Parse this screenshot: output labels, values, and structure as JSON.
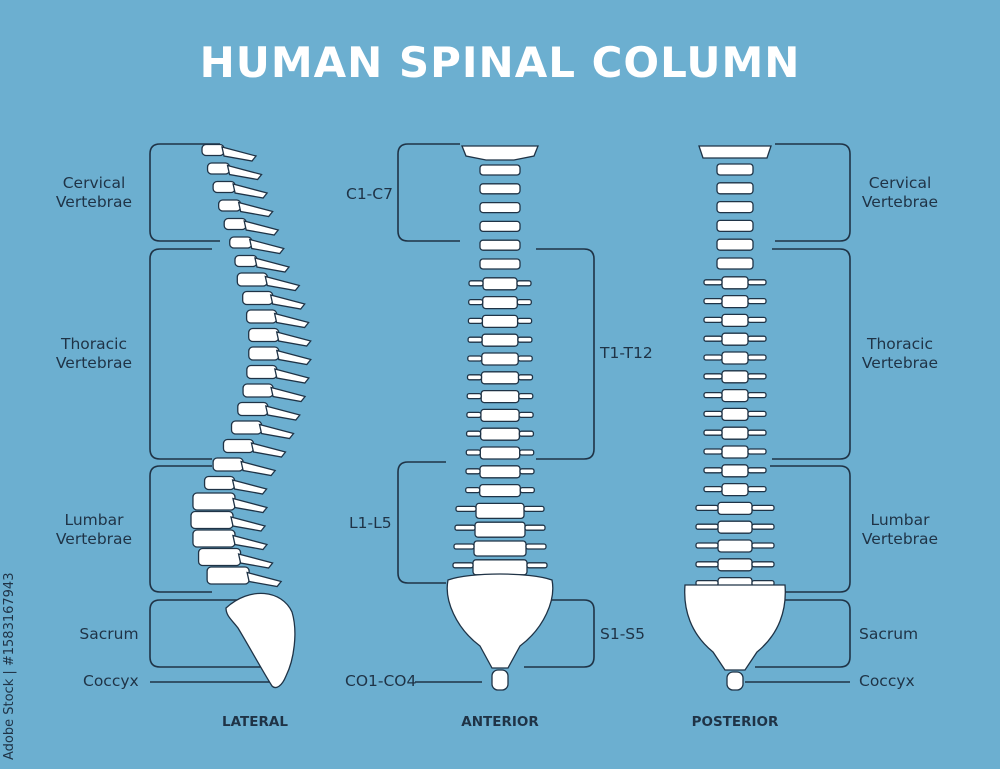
{
  "title": "HUMAN SPINAL COLUMN",
  "credit": "Adobe Stock | #1583167943",
  "views": {
    "lateral": "LATERAL",
    "anterior": "ANTERIOR",
    "posterior": "POSTERIOR"
  },
  "left_labels": {
    "cervical_1": "Cervical",
    "cervical_2": "Vertebrae",
    "thoracic_1": "Thoracic",
    "thoracic_2": "Vertebrae",
    "lumbar_1": "Lumbar",
    "lumbar_2": "Vertebrae",
    "sacrum": "Sacrum",
    "coccyx": "Coccyx"
  },
  "right_labels": {
    "cervical_1": "Cervical",
    "cervical_2": "Vertebrae",
    "thoracic_1": "Thoracic",
    "thoracic_2": "Vertebrae",
    "lumbar_1": "Lumbar",
    "lumbar_2": "Vertebrae",
    "sacrum": "Sacrum",
    "coccyx": "Coccyx"
  },
  "anterior_labels": {
    "cervical": "C1-C7",
    "thoracic": "T1-T12",
    "lumbar": "L1-L5",
    "sacral": "S1-S5",
    "coccygeal": "CO1-CO4"
  },
  "colors": {
    "background": "#6cafd0",
    "bone": "#ffffff",
    "outline": "#1f3346",
    "title": "#ffffff"
  }
}
